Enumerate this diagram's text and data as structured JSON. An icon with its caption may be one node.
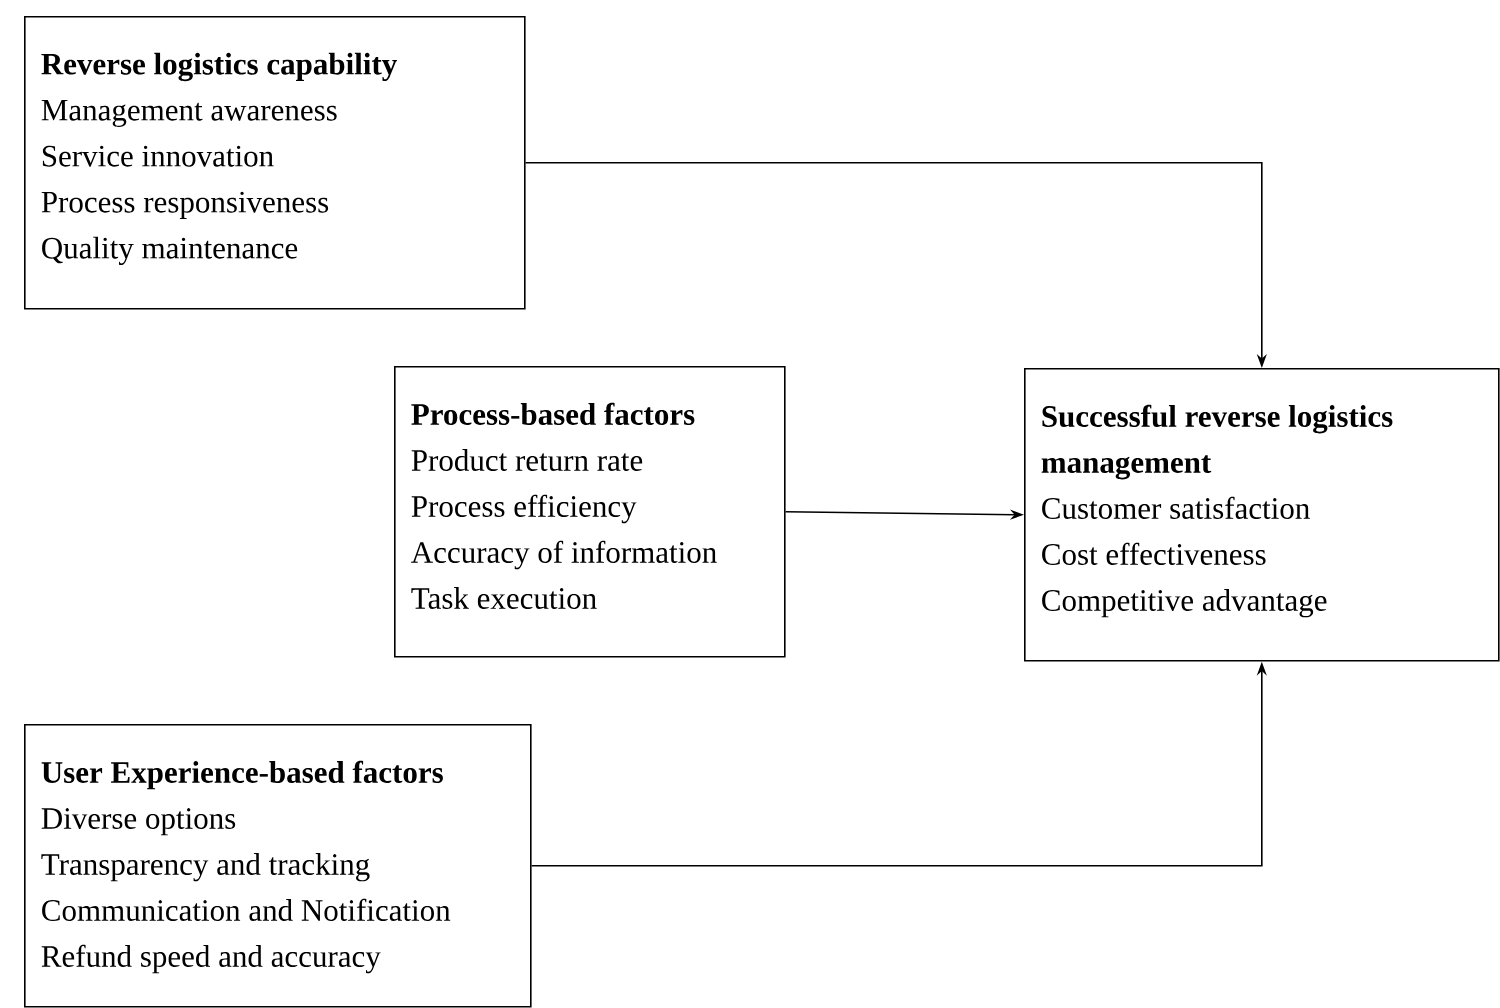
{
  "diagram": {
    "nodes": [
      {
        "text": [
          "Reverse logistics capability",
          "Management awareness",
          "Service innovation",
          "Process responsiveness",
          "Quality maintenance"
        ]
      },
      {
        "text": [
          "Process-based factors",
          "Product return rate",
          "Process efficiency",
          "Accuracy of information",
          "Task execution"
        ]
      },
      {
        "text": [
          "Successful reverse logistics management",
          "Customer satisfaction",
          "Cost effectiveness",
          "Competitive advantage"
        ]
      },
      {
        "text": [
          "User Experience-based factors",
          "Diverse options",
          "Transparency and tracking",
          "Communication and Notification",
          "Refund speed and accuracy"
        ]
      }
    ],
    "edges": [
      {
        "from": 0,
        "to": 2,
        "arrow": "to"
      },
      {
        "from": 1,
        "to": 2,
        "arrow": "to"
      },
      {
        "from": 3,
        "to": 2,
        "arrow": "to"
      }
    ]
  }
}
